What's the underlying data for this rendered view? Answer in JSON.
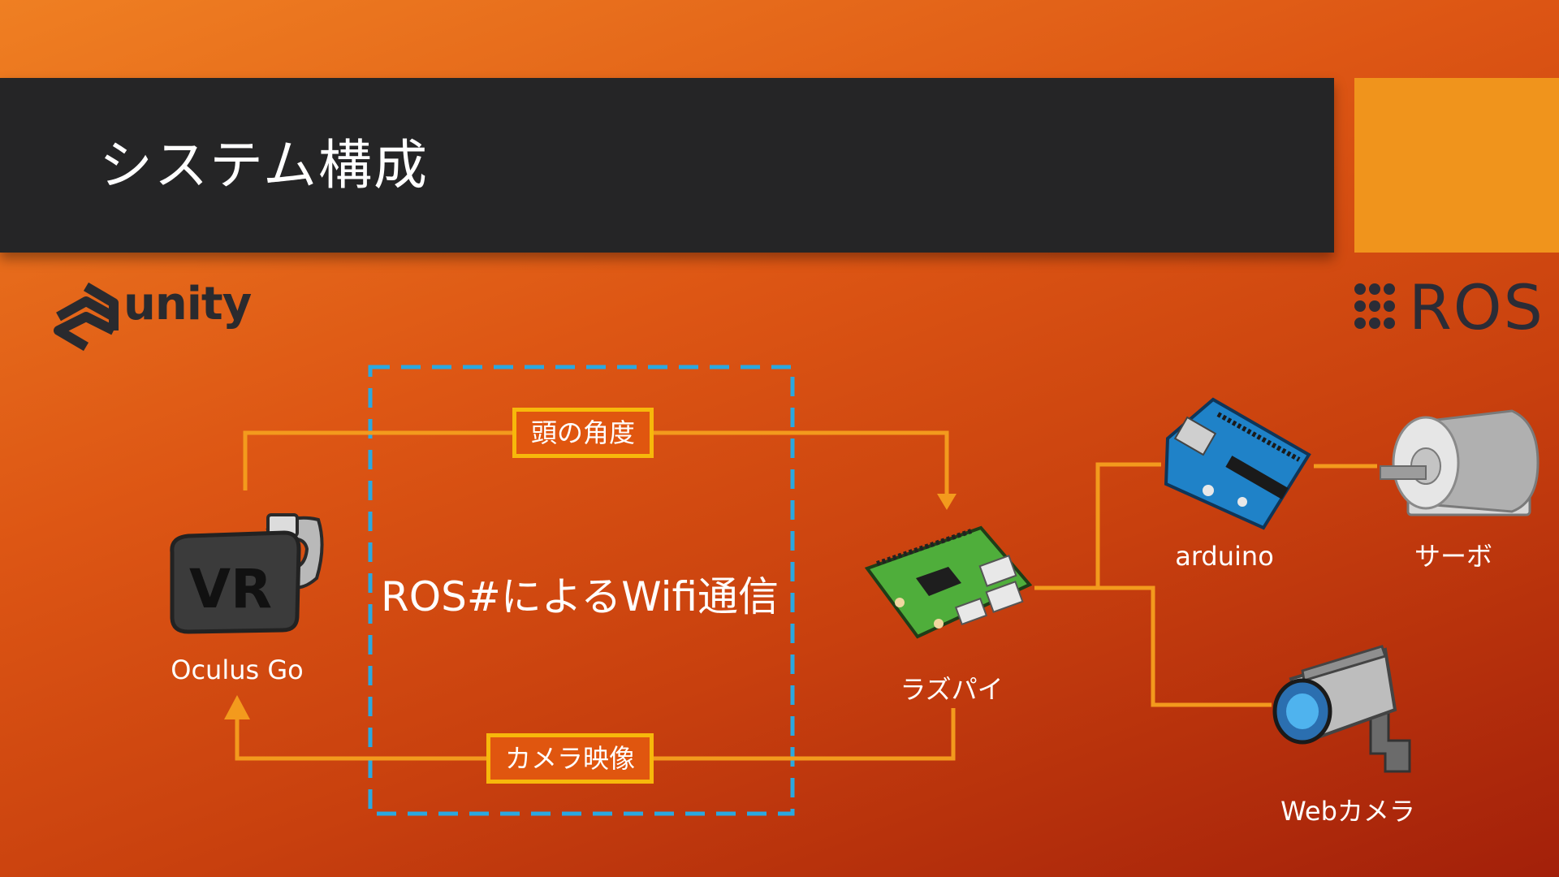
{
  "slide": {
    "title": "システム構成",
    "colors": {
      "accent": "#f0941c",
      "connector": "#f39a1d",
      "label_border": "#f7b80b",
      "dashed_box": "#2aa8e0",
      "title_bar": "#252526"
    }
  },
  "logos": {
    "unity": {
      "text": "unity",
      "icon": "unity-cube-icon"
    },
    "ros": {
      "text": "ROS",
      "icon": "ros-dots-icon"
    }
  },
  "diagram": {
    "network_label": "ROS#によるWifi通信",
    "edges": {
      "head_angle": "頭の角度",
      "camera_video": "カメラ映像"
    },
    "nodes": {
      "oculus": {
        "label": "Oculus Go",
        "icon": "vr-headset-icon"
      },
      "raspi": {
        "label": "ラズパイ",
        "icon": "raspberry-pi-board-icon"
      },
      "arduino": {
        "label": "arduino",
        "icon": "arduino-board-icon"
      },
      "servo": {
        "label": "サーボ",
        "icon": "servo-motor-icon"
      },
      "webcam": {
        "label": "Webカメラ",
        "icon": "web-camera-icon"
      }
    }
  }
}
